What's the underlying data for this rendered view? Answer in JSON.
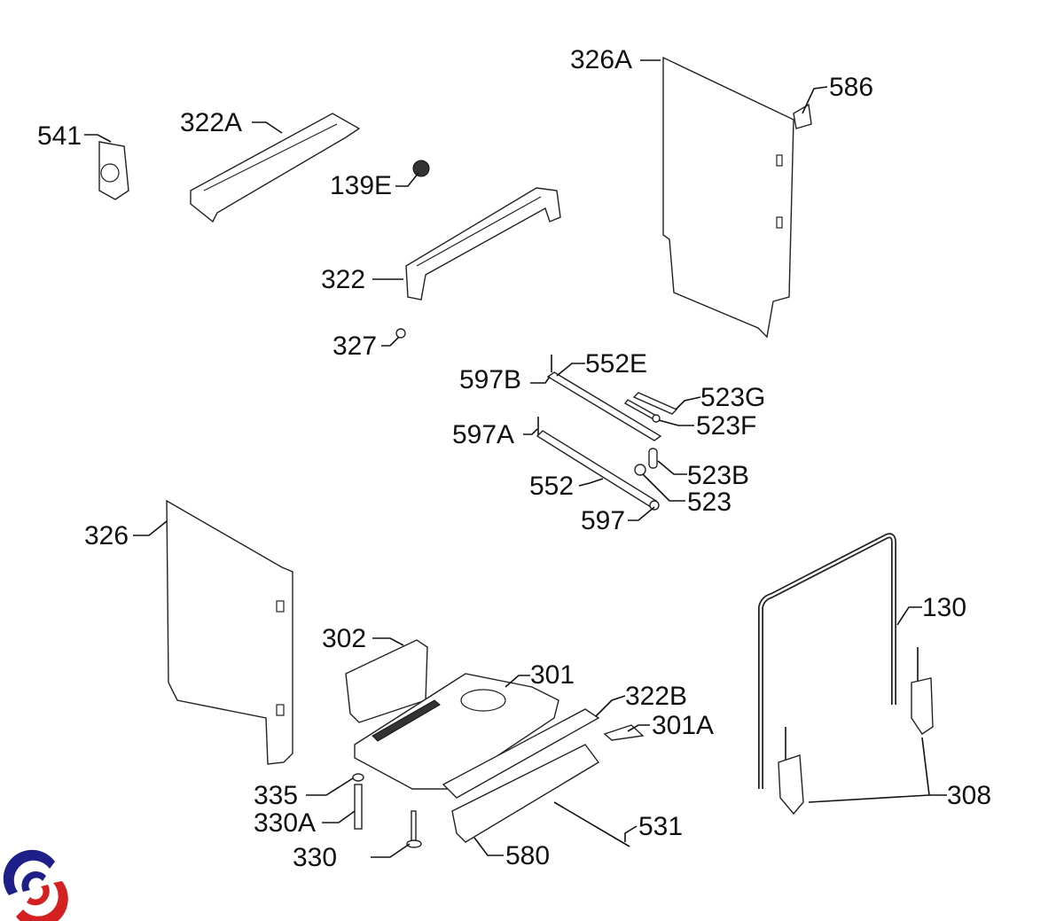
{
  "diagram": {
    "type": "exploded-parts-diagram",
    "labels": [
      "326A",
      "586",
      "541",
      "322A",
      "139E",
      "322",
      "327",
      "597B",
      "552E",
      "523G",
      "523F",
      "597A",
      "523B",
      "552",
      "523",
      "597",
      "326",
      "302",
      "301",
      "322B",
      "301A",
      "130",
      "308",
      "335",
      "330A",
      "531",
      "330",
      "580"
    ]
  },
  "logo": {
    "name": "brand-logo",
    "colors": [
      "#1f1f8a",
      "#d42020"
    ]
  }
}
